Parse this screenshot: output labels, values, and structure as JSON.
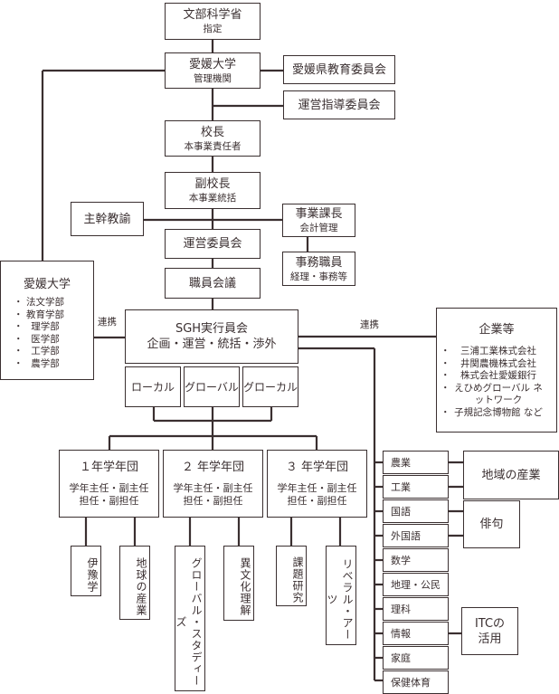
{
  "top": {
    "mext": {
      "title": "文部科学省",
      "sub": "指定"
    },
    "ehime_univ_admin": {
      "title": "愛媛大学",
      "sub": "管理機関"
    },
    "pref_board": {
      "title": "愛媛県教育委員会"
    },
    "steering": {
      "title": "運営指導委員会"
    },
    "principal": {
      "title": "校長",
      "sub": "本事業責任者"
    },
    "vice_principal": {
      "title": "副校長",
      "sub": "本事業統括"
    },
    "chief_teacher": {
      "title": "主幹教諭"
    },
    "business_manager": {
      "title": "事業課長",
      "sub": "会計管理"
    },
    "office_staff": {
      "title": "事務職員",
      "sub": "経理・事務等"
    },
    "mgmt_committee": {
      "title": "運営委員会"
    },
    "staff_meeting": {
      "title": "職員会議"
    }
  },
  "ehime_univ": {
    "title": "愛媛大学",
    "faculties": [
      "法文学部",
      "教育学部",
      "理学部",
      "医学部",
      "工学部",
      "農学部"
    ]
  },
  "sgh": {
    "title": "SGH実行員会",
    "sub": "企画・運営・統括・渉外"
  },
  "link_labels": {
    "left": "連携",
    "right": "連携"
  },
  "companies": {
    "title": "企業等",
    "items": [
      "三浦工業株式会社",
      "井関農機株式会社",
      "株式会社愛媛銀行",
      "えひめグローバル ネットワーク",
      "子規記念博物館 など"
    ]
  },
  "themes": [
    "ローカル",
    "グローバル",
    "グローカル"
  ],
  "grades": [
    {
      "title": "１年学年団",
      "roles1": "学年主任・副主任",
      "roles2": "担任・副担任",
      "subjects": [
        "伊豫学",
        "地球の産業"
      ]
    },
    {
      "title": "２ 年学年団",
      "roles1": "学年主任・副主任",
      "roles2": "担任・副担任",
      "subjects": [
        "グローバル・スタディーズ",
        "異文化理解"
      ]
    },
    {
      "title": "３ 年学年団",
      "roles1": "学年主任・副主任",
      "roles2": "担任・副担任",
      "subjects": [
        "課題研究",
        "リベラル・アーツ"
      ]
    }
  ],
  "subjects": [
    "農業",
    "工業",
    "国語",
    "外国語",
    "数学",
    "地理・公民",
    "理科",
    "情報",
    "家庭",
    "保健体育"
  ],
  "outcomes": {
    "regional_industry": "地域の産業",
    "haiku": "俳句",
    "itc_1": "ITCの",
    "itc_2": "活用"
  }
}
